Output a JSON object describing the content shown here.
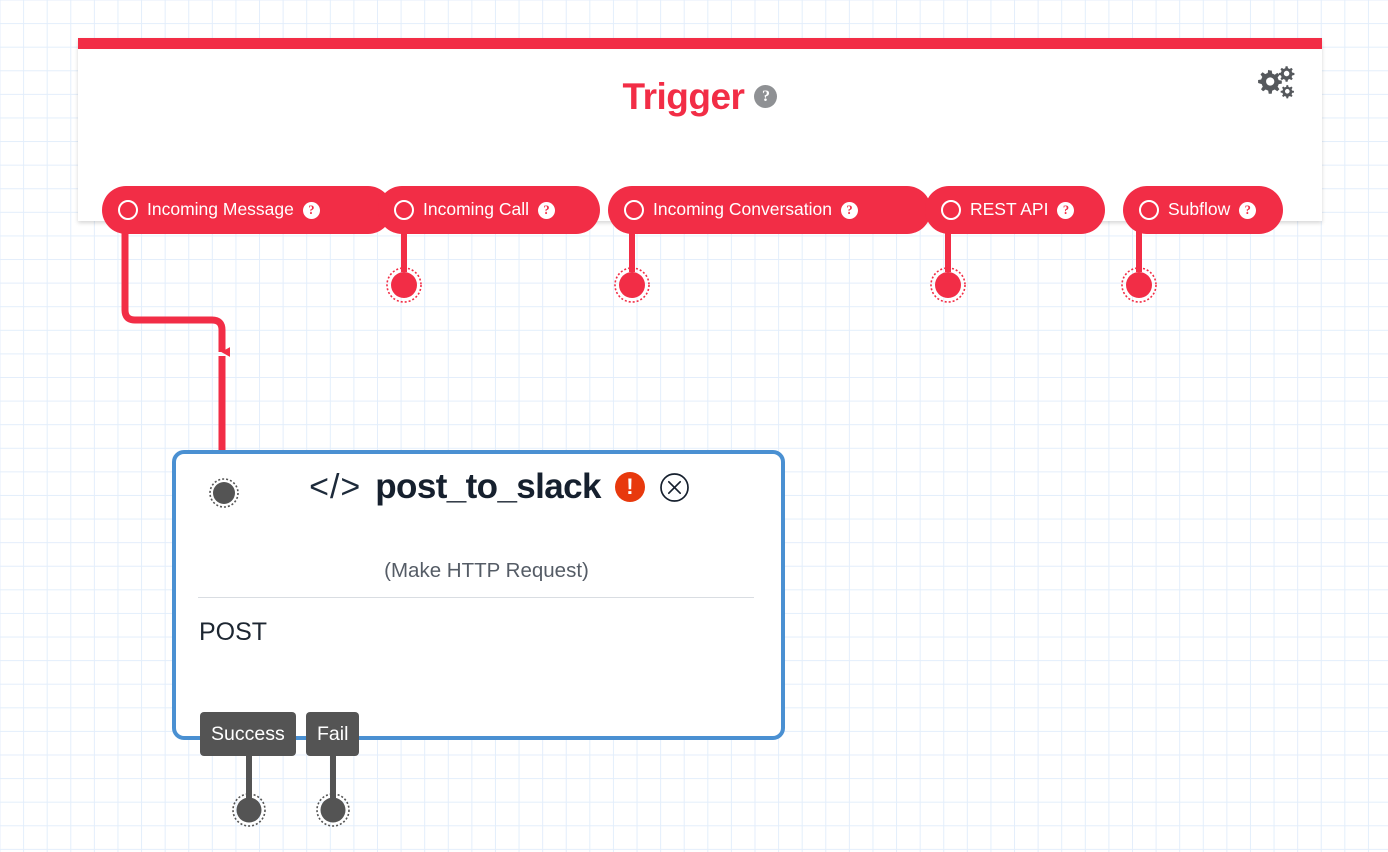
{
  "canvas": {
    "grid": true,
    "grid_color": "#e3eefb",
    "background": "#ffffff"
  },
  "trigger_panel": {
    "title": "Trigger",
    "title_color": "#F22D46",
    "accent_color": "#F22D46",
    "help_icon": "?",
    "help_icon_name": "question-mark-icon",
    "settings_icon_name": "gears-icon",
    "triggers": [
      {
        "label": "Incoming Message",
        "help": "?",
        "connected": true
      },
      {
        "label": "Incoming Call",
        "help": "?",
        "connected": false
      },
      {
        "label": "Incoming Conversation",
        "help": "?",
        "connected": false
      },
      {
        "label": "REST API",
        "help": "?",
        "connected": false
      },
      {
        "label": "Subflow",
        "help": "?",
        "connected": false
      }
    ]
  },
  "node": {
    "code_icon": "</>",
    "title": "post_to_slack",
    "subtitle": "(Make HTTP Request)",
    "method": "POST",
    "border_color": "#4A90D2",
    "error_badge": "!",
    "error_color": "#E8390D",
    "close_icon": "×",
    "outputs": [
      {
        "label": "Success"
      },
      {
        "label": "Fail"
      }
    ]
  }
}
